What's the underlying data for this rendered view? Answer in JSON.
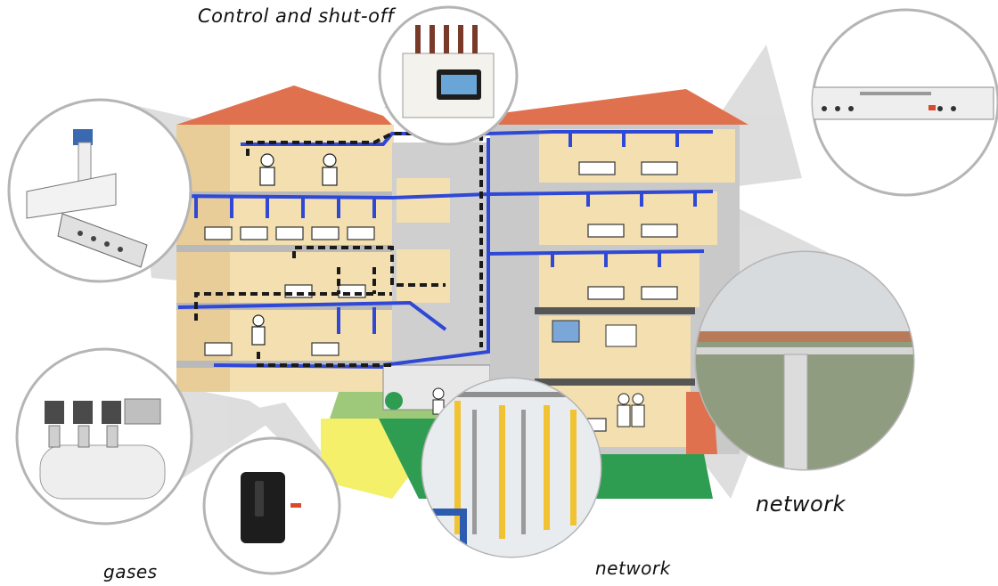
{
  "labels": {
    "control": "Control and shut-off",
    "gases": "gases",
    "network_bottom": "network",
    "network_right": "network"
  },
  "colors": {
    "roof": "#e0714e",
    "wall_warm": "#f3dfb0",
    "wall_gray": "#c9c9c9",
    "pipe_blue": "#2f48d6",
    "pipe_dashed": "#1a1a1a",
    "floor_green": "#2e9d52",
    "floor_yellow": "#f4f06a",
    "callout_gray": "#d6d6d6"
  },
  "icons": [
    "ceiling-pendant-icon",
    "shutoff-valve-box-icon",
    "bed-head-unit-icon",
    "pipe-ceiling-photo-icon",
    "gas-manifold-photo-icon",
    "compressor-unit-icon",
    "outlet-box-icon"
  ]
}
